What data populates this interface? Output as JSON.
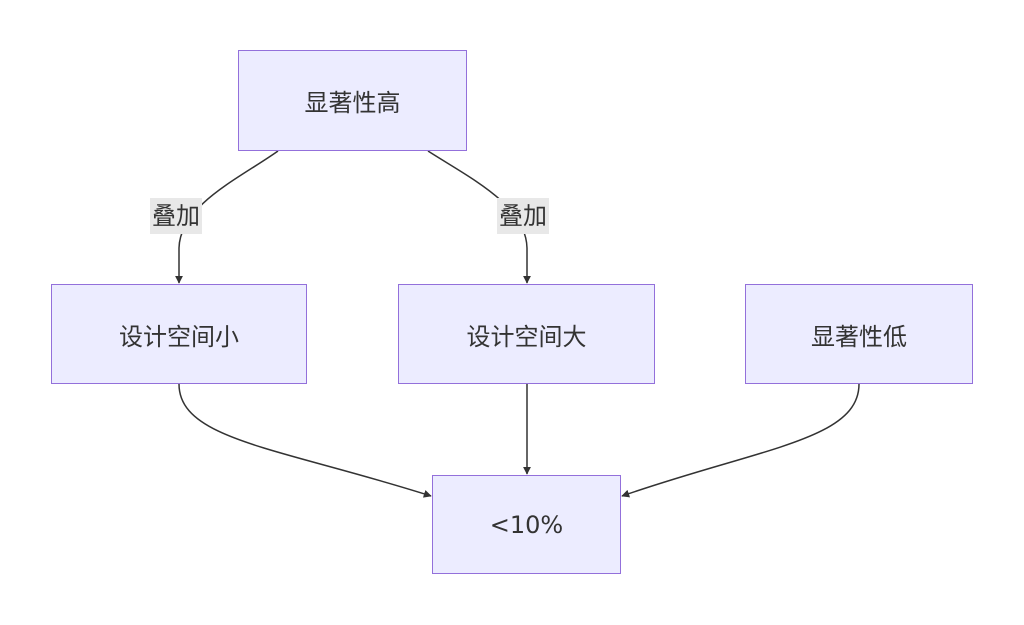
{
  "diagram": {
    "nodes": {
      "high": {
        "label": "显著性高"
      },
      "small": {
        "label": "设计空间小"
      },
      "large": {
        "label": "设计空间大"
      },
      "low": {
        "label": "显著性低"
      },
      "result": {
        "label": "<10%"
      }
    },
    "edges": [
      {
        "from": "显著性高",
        "to": "设计空间小",
        "label": "叠加"
      },
      {
        "from": "显著性高",
        "to": "设计空间大",
        "label": "叠加"
      },
      {
        "from": "设计空间小",
        "to": "<10%",
        "label": ""
      },
      {
        "from": "设计空间大",
        "to": "<10%",
        "label": ""
      },
      {
        "from": "显著性低",
        "to": "<10%",
        "label": ""
      }
    ],
    "colors": {
      "node_fill": "#ececff",
      "node_stroke": "#9370db",
      "edge": "#333333",
      "label_bg": "#e8e8e8"
    }
  }
}
